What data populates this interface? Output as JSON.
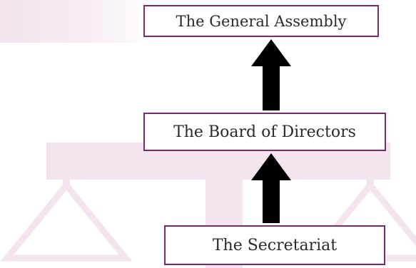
{
  "diagram": {
    "nodes": [
      {
        "id": "general-assembly",
        "label": "The General Assembly"
      },
      {
        "id": "board-of-directors",
        "label": "The Board of Directors"
      },
      {
        "id": "secretariat",
        "label": "The Secretariat"
      }
    ],
    "edges": [
      {
        "from": "secretariat",
        "to": "board-of-directors"
      },
      {
        "from": "board-of-directors",
        "to": "general-assembly"
      }
    ],
    "colors": {
      "box_border": "#7b2a6c",
      "arrow": "#000000",
      "watermark": "#f3e4ef",
      "text": "#2b2b2b"
    }
  }
}
